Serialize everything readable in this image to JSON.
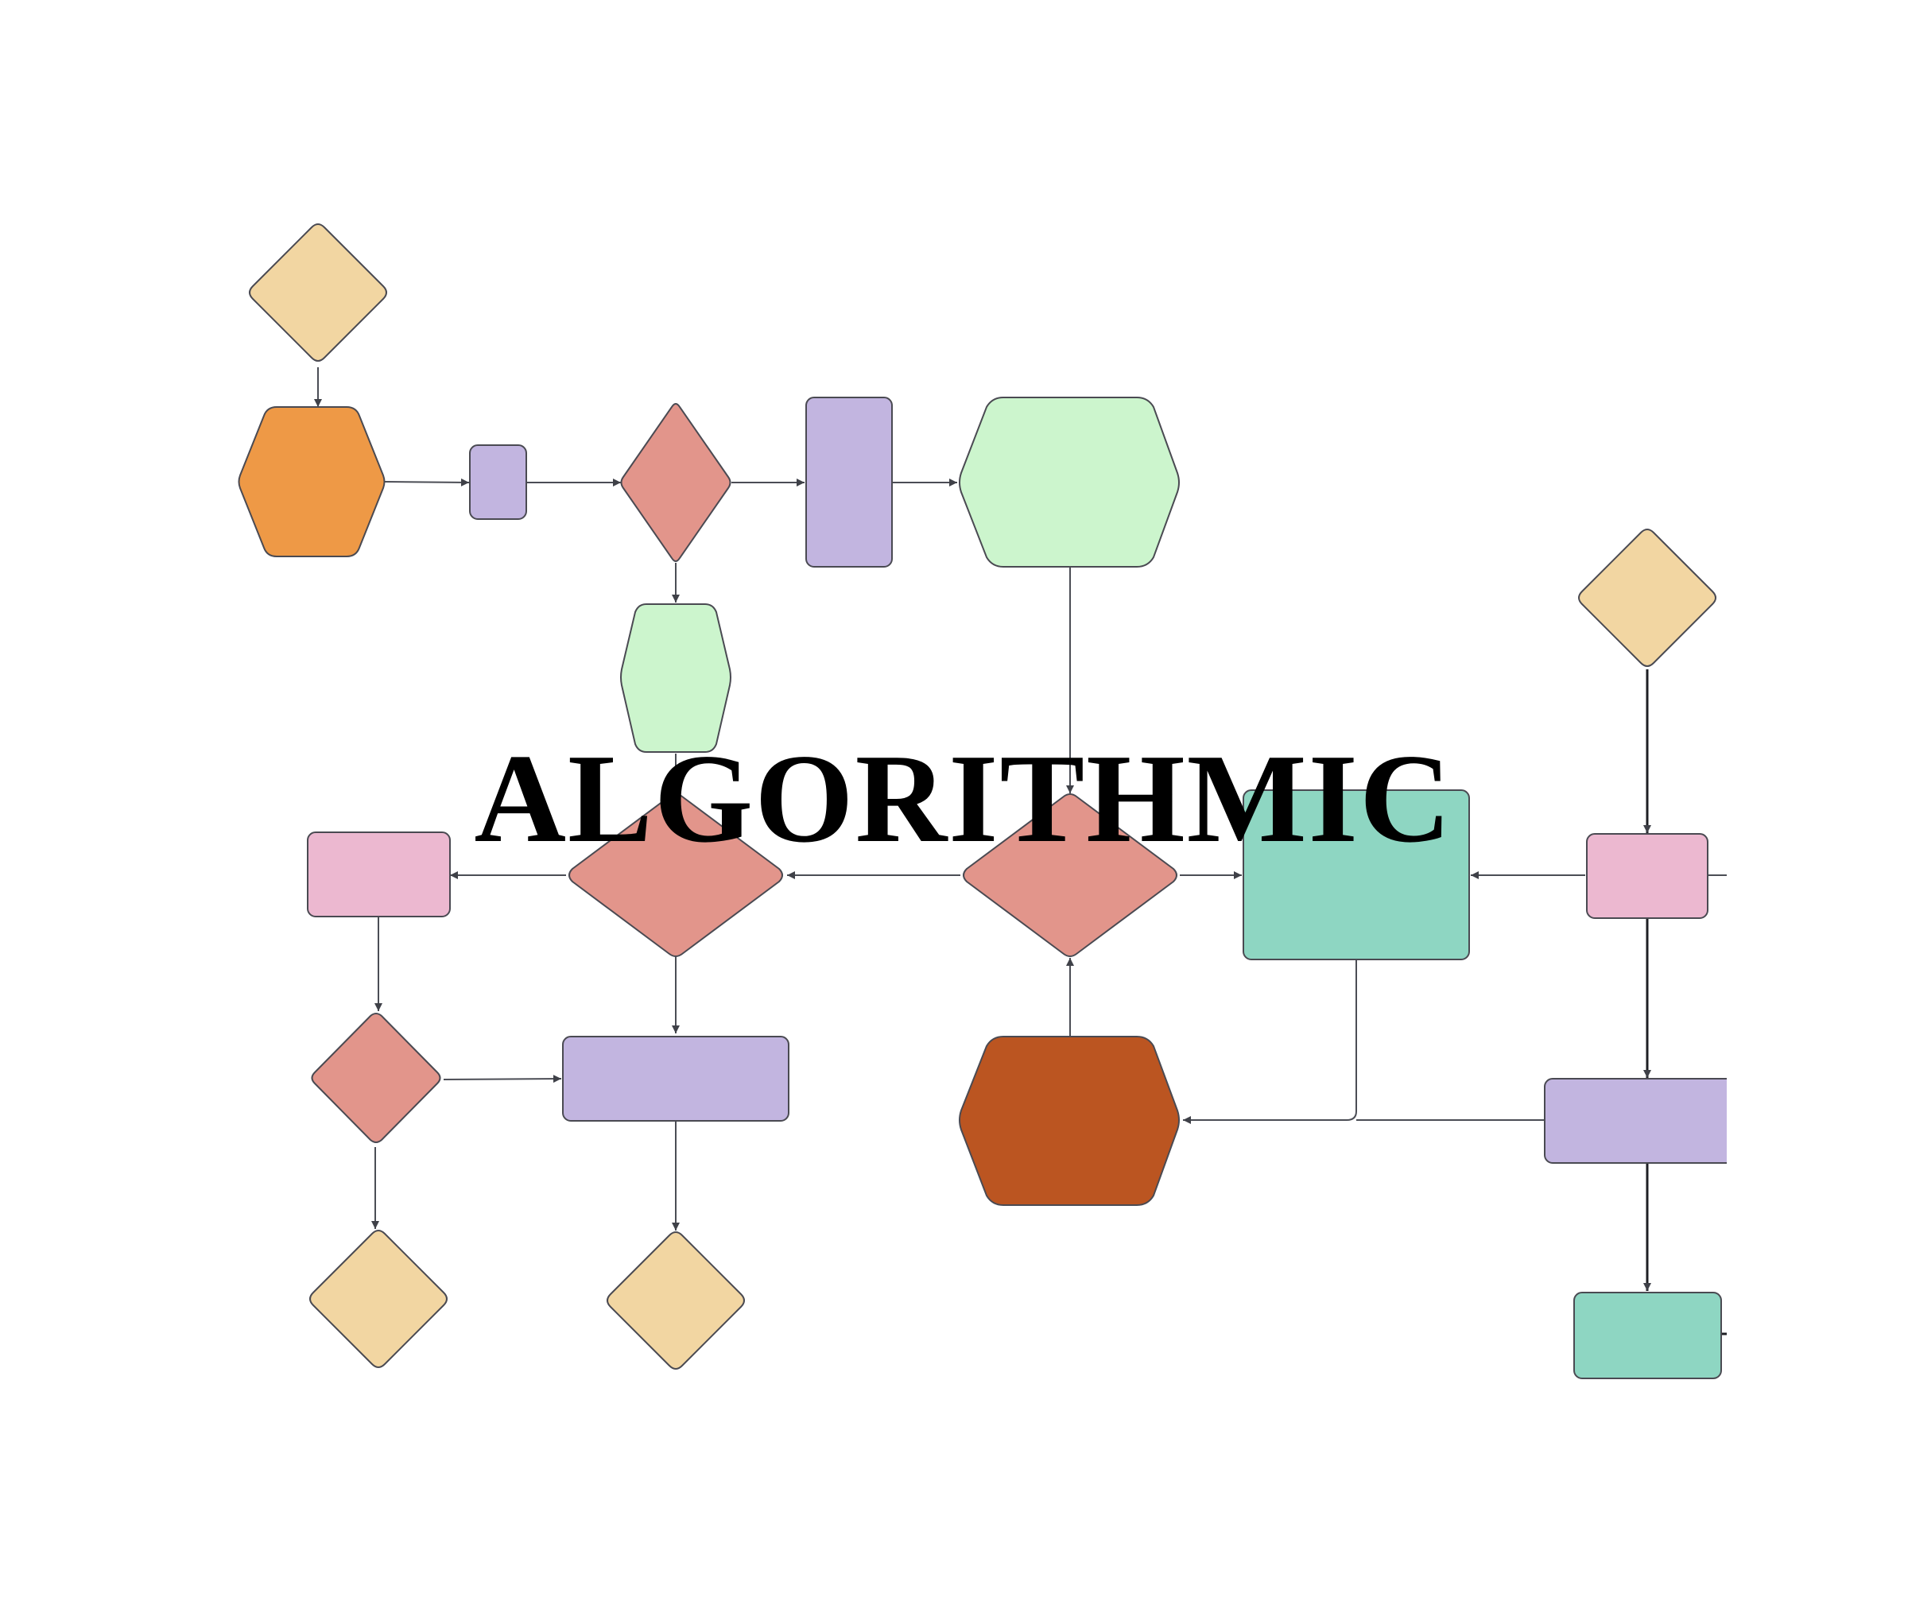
{
  "banner": {
    "text": "ALGORITHMIC"
  },
  "palette": {
    "sand": "#f2d6a2",
    "orange": "#ee9946",
    "lavender": "#c2b5e0",
    "salmon": "#e2958b",
    "mint": "#ccf5cd",
    "pink": "#ecb8d0",
    "teal": "#8ed6c2",
    "rust": "#bb5521",
    "edge": "#4b4d55",
    "edge_dark": "#1e1f24",
    "outline": "#4a4a52"
  },
  "diagram": {
    "node_count": 23,
    "connector_count": 24
  }
}
